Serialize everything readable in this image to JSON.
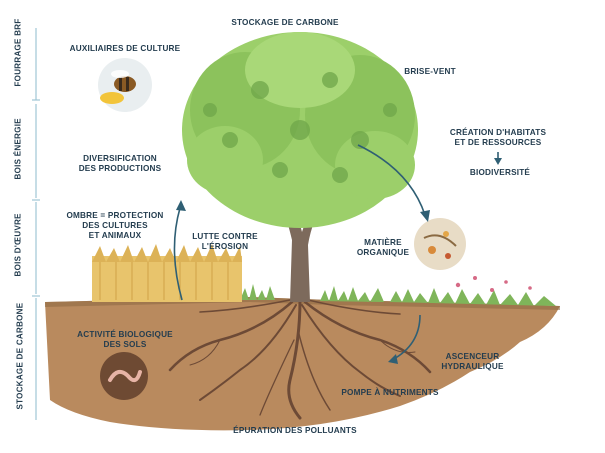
{
  "diagram": {
    "top_label": "STOCKAGE DE CARBONE",
    "side_axis": [
      "FOURRAGE BRF",
      "BOIS ÉNERGIE",
      "BOIS D'ŒUVRE",
      "STOCKAGE DE CARBONE"
    ],
    "labels": {
      "auxiliaires": "AUXILIAIRES DE CULTURE",
      "brise_vent": "BRISE-VENT",
      "habitats": "CRÉATION D'HABITATS\nET DE RESSOURCES",
      "biodiversite": "BIODIVERSITÉ",
      "diversification": "DIVERSIFICATION\nDES PRODUCTIONS",
      "ombre": "OMBRE = PROTECTION\nDES CULTURES\nET ANIMAUX",
      "lutte": "LUTTE CONTRE\nL'ÉROSION",
      "matiere": "MATIÈRE\nORGANIQUE",
      "activite": "ACTIVITÉ BIOLOGIQUE\nDES SOLS",
      "ascenseur": "ASCENCEUR\nHYDRAULIQUE",
      "pompe": "POMPE À NUTRIMENTS",
      "epuration": "ÉPURATION DES POLLUANTS"
    }
  }
}
